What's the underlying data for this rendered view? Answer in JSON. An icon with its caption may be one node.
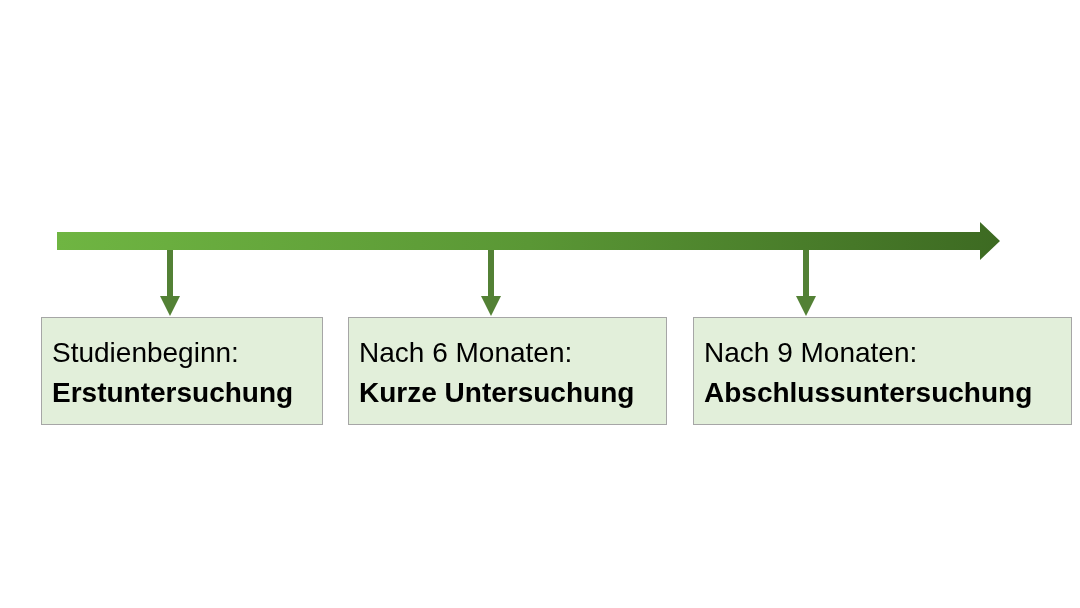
{
  "diagram": {
    "nodes": [
      {
        "text": [],
        "shape": "arrow"
      },
      {
        "text": [
          "Studienbeginn:",
          "Erstuntersuchung"
        ]
      },
      {
        "text": [
          "Nach 6 Monaten:",
          "Kurze Untersuchung"
        ]
      },
      {
        "text": [
          "Nach 9 Monaten:",
          "Abschlussuntersuchung"
        ]
      }
    ],
    "edges": [
      {
        "from": 0,
        "to": 1,
        "arrow": "to"
      },
      {
        "from": 0,
        "to": 2,
        "arrow": "to"
      },
      {
        "from": 0,
        "to": 3,
        "arrow": "to"
      }
    ]
  }
}
